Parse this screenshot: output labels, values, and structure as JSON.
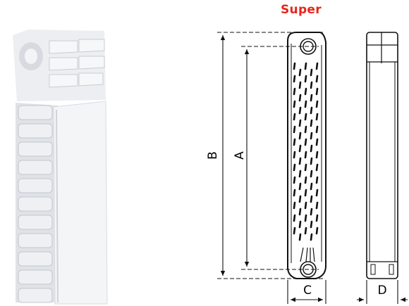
{
  "brand": {
    "label": "Super",
    "color": "#e5261b"
  },
  "dimensions": {
    "a_label": "A",
    "b_label": "B",
    "c_label": "C",
    "d_label": "D"
  },
  "photo": {
    "subject": "radiator-section-photo"
  },
  "colors": {
    "line": "#111111",
    "photo_shade": "#dfe2e6"
  }
}
